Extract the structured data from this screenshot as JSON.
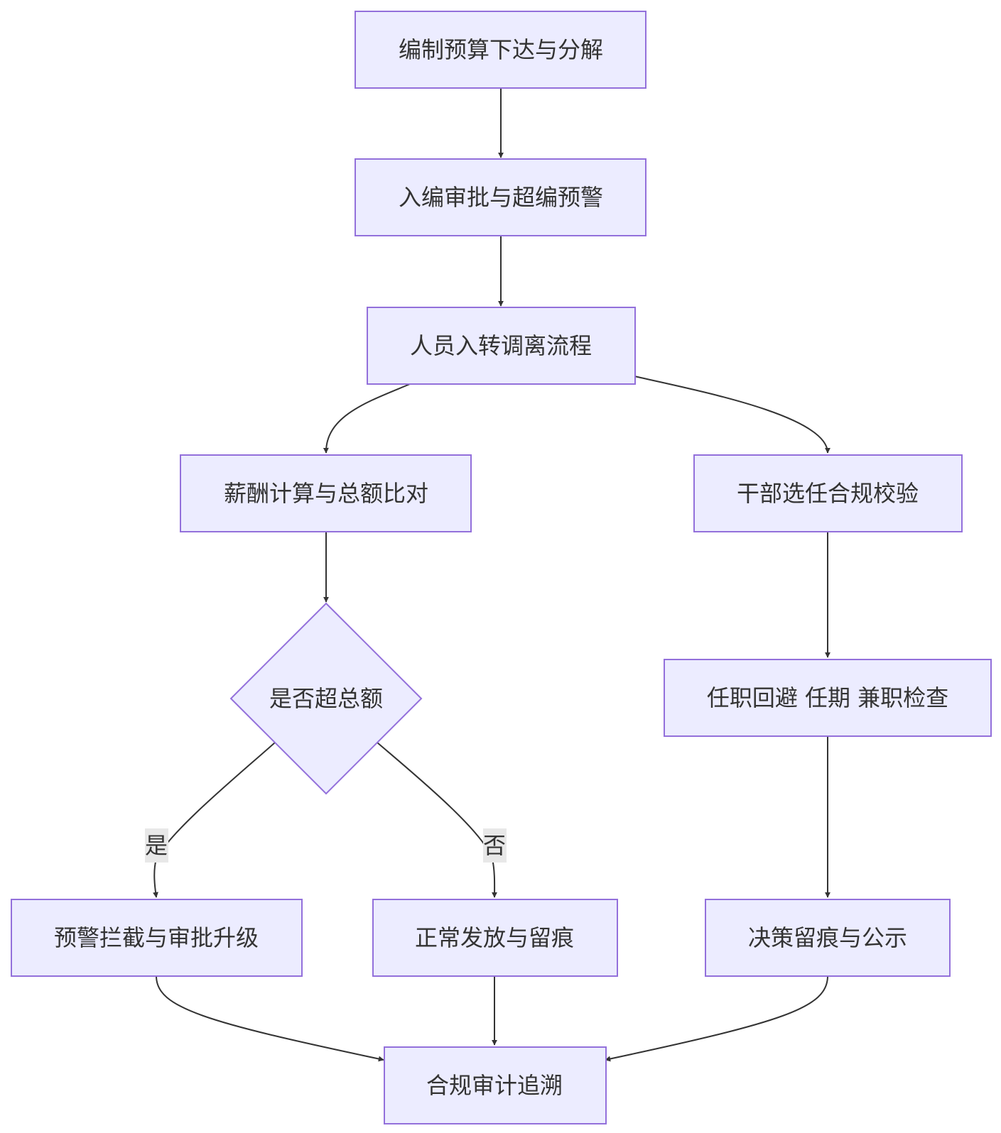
{
  "nodes": {
    "budget": "编制预算下达与分解",
    "staffing": "入编审批与超编预警",
    "personnel": "人员入转调离流程",
    "salary": "薪酬计算与总额比对",
    "cadre": "干部选任合规校验",
    "check": "是否超总额",
    "avoid": "任职回避 任期 兼职检查",
    "warn": "预警拦截与审批升级",
    "normal": "正常发放与留痕",
    "decision": "决策留痕与公示",
    "audit": "合规审计追溯"
  },
  "edges": {
    "yes_label": "是",
    "no_label": "否"
  },
  "colors": {
    "node_fill": "#ececff",
    "node_stroke": "#9370db",
    "edge": "#333333",
    "label_bg": "#e8e8e8"
  }
}
